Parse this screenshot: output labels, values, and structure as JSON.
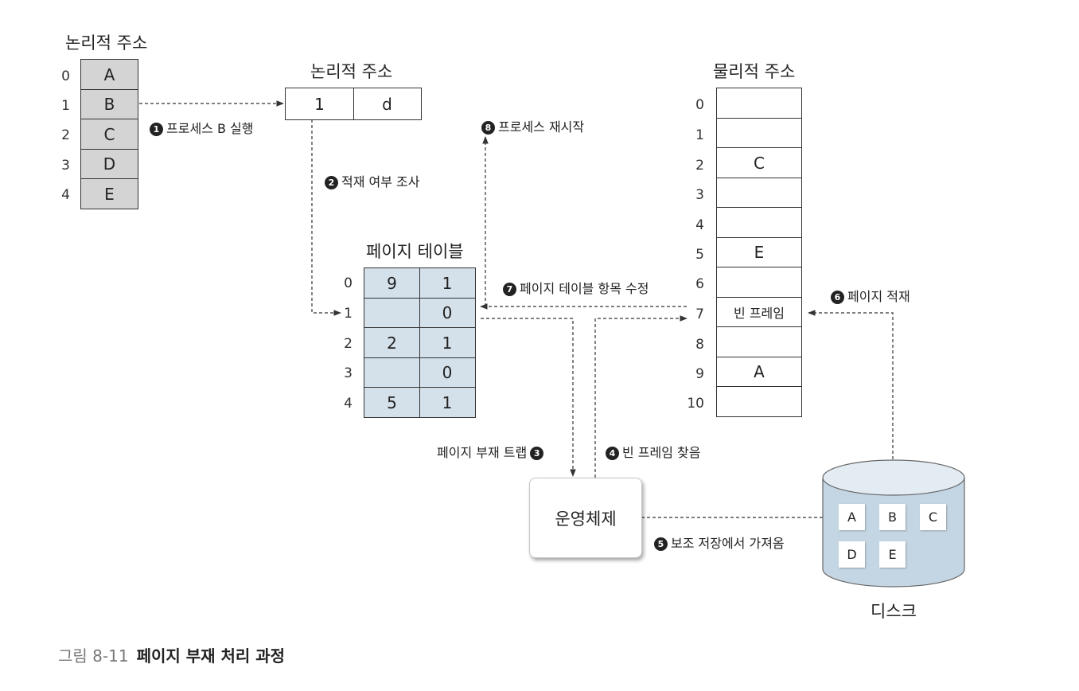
{
  "logical_memory": {
    "title": "논리적 주소",
    "rows": [
      {
        "index": "0",
        "value": "A"
      },
      {
        "index": "1",
        "value": "B"
      },
      {
        "index": "2",
        "value": "C"
      },
      {
        "index": "3",
        "value": "D"
      },
      {
        "index": "4",
        "value": "E"
      }
    ]
  },
  "logical_address": {
    "title": "논리적 주소",
    "page": "1",
    "offset": "d"
  },
  "page_table": {
    "title": "페이지 테이블",
    "rows": [
      {
        "index": "0",
        "frame": "9",
        "valid": "1"
      },
      {
        "index": "1",
        "frame": "",
        "valid": "0"
      },
      {
        "index": "2",
        "frame": "2",
        "valid": "1"
      },
      {
        "index": "3",
        "frame": "",
        "valid": "0"
      },
      {
        "index": "4",
        "frame": "5",
        "valid": "1"
      }
    ]
  },
  "physical_memory": {
    "title": "물리적 주소",
    "rows": [
      {
        "index": "0",
        "value": ""
      },
      {
        "index": "1",
        "value": ""
      },
      {
        "index": "2",
        "value": "C"
      },
      {
        "index": "3",
        "value": ""
      },
      {
        "index": "4",
        "value": ""
      },
      {
        "index": "5",
        "value": "E"
      },
      {
        "index": "6",
        "value": ""
      },
      {
        "index": "7",
        "value": "빈 프레임"
      },
      {
        "index": "8",
        "value": ""
      },
      {
        "index": "9",
        "value": "A"
      },
      {
        "index": "10",
        "value": ""
      }
    ]
  },
  "os": {
    "label": "운영체제"
  },
  "disk": {
    "label": "디스크",
    "pages": [
      "A",
      "B",
      "C",
      "D",
      "E"
    ]
  },
  "steps": {
    "s1": {
      "num": "1",
      "text": "프로세스 B 실행"
    },
    "s2": {
      "num": "2",
      "text": "적재 여부 조사"
    },
    "s3": {
      "num": "3",
      "text": "페이지 부재 트랩"
    },
    "s4": {
      "num": "4",
      "text": "빈 프레임 찾음"
    },
    "s5": {
      "num": "5",
      "text": "보조 저장에서 가져옴"
    },
    "s6": {
      "num": "6",
      "text": "페이지 적재"
    },
    "s7": {
      "num": "7",
      "text": "페이지 테이블 항목 수정"
    },
    "s8": {
      "num": "8",
      "text": "프로세스 재시작"
    }
  },
  "caption": {
    "number": "그림 8-11",
    "text": "페이지 부재 처리 과정"
  },
  "colors": {
    "logical_cell_fill": "#d4d4d4",
    "page_table_fill": "#d4e0ea",
    "disk_fill": "#c4d6e4",
    "line": "#333333"
  }
}
